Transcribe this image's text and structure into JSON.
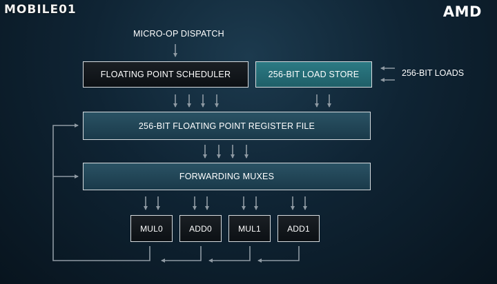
{
  "watermark": {
    "text": "MOBILE01"
  },
  "brand": {
    "text": "AMD"
  },
  "labels": {
    "dispatch": "MICRO-OP DISPATCH",
    "loads": "256-BIT LOADS"
  },
  "blocks": {
    "scheduler": "FLOATING POINT SCHEDULER",
    "load_store": "256-BIT LOAD STORE",
    "register_file": "256-BIT FLOATING POINT REGISTER FILE",
    "forwarding": "FORWARDING MUXES"
  },
  "units": [
    "MUL0",
    "ADD0",
    "MUL1",
    "ADD1"
  ],
  "colors": {
    "arrow": "#8f9aa3",
    "load_store_fill": "#2c7a84",
    "scheduler_fill": "#14191e"
  }
}
